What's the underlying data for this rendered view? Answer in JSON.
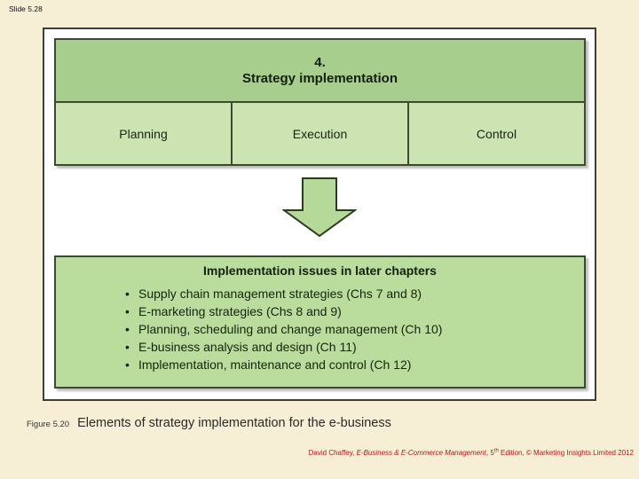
{
  "slide": {
    "label": "Slide 5.28",
    "background_color": "#F7EFD5"
  },
  "diagram": {
    "top_box": {
      "number": "4.",
      "title": "Strategy implementation",
      "cells": [
        "Planning",
        "Execution",
        "Control"
      ],
      "header_color": "#A7CE8D",
      "cell_color": "#CCE3B2",
      "border_color": "#3C4A34"
    },
    "arrow": {
      "direction": "down",
      "color": "#B5D998"
    },
    "bottom_box": {
      "title": "Implementation issues in later chapters",
      "bullets": [
        "Supply chain management strategies (Chs 7 and 8)",
        "E-marketing strategies (Chs 8 and 9)",
        "Planning, scheduling and change management (Ch 10)",
        "E-business analysis and design (Ch 11)",
        "Implementation, maintenance and control (Ch 12)"
      ],
      "color": "#BADC9D"
    }
  },
  "caption": {
    "figure_label": "Figure 5.20",
    "text": "Elements of strategy implementation for the e-business"
  },
  "footer": {
    "author": "David Chaffey, ",
    "book_title": "E-Business & E-Commerce Management",
    "edition_pre": ", 5",
    "edition_sup": "th",
    "edition_post": " Edition, © Marketing Insights Limited 2012",
    "color": "#B01818"
  }
}
